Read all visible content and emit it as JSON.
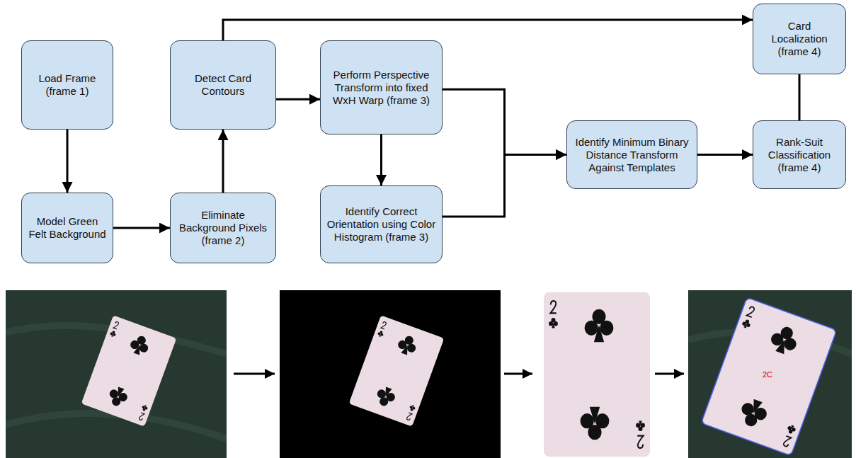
{
  "diagram": {
    "nodes": [
      {
        "text": [
          "Load Frame (frame 1)"
        ]
      },
      {
        "text": [
          "Model Green Felt Background"
        ]
      },
      {
        "text": [
          "Eliminate Background Pixels (frame 2)"
        ]
      },
      {
        "text": [
          "Detect Card Contours"
        ]
      },
      {
        "text": [
          "Perform Perspective Transform into fixed WxH Warp (frame 3)"
        ]
      },
      {
        "text": [
          "Identify Correct Orientation using Color Histogram (frame 3)"
        ]
      },
      {
        "text": [
          "Identify Minimum Binary Distance Transform Against Templates"
        ]
      },
      {
        "text": [
          "Rank-Suit Classification (frame 4)"
        ]
      },
      {
        "text": [
          "Card Localization (frame 4)"
        ]
      }
    ],
    "edges": [
      {
        "from": 0,
        "to": 1,
        "arrow": "to"
      },
      {
        "from": 1,
        "to": 2,
        "arrow": "to"
      },
      {
        "from": 2,
        "to": 3,
        "arrow": "to"
      },
      {
        "from": 3,
        "to": 4,
        "arrow": "to"
      },
      {
        "from": 3,
        "to": 8,
        "arrow": "to"
      },
      {
        "from": 4,
        "to": 5,
        "arrow": "to"
      },
      {
        "from": 4,
        "to": 6,
        "arrow": "to"
      },
      {
        "from": 5,
        "to": 6,
        "arrow": "to"
      },
      {
        "from": 6,
        "to": 7,
        "arrow": "to"
      },
      {
        "from": 7,
        "to": 8,
        "arrow": "none"
      }
    ],
    "labels": [
      "2C"
    ]
  }
}
